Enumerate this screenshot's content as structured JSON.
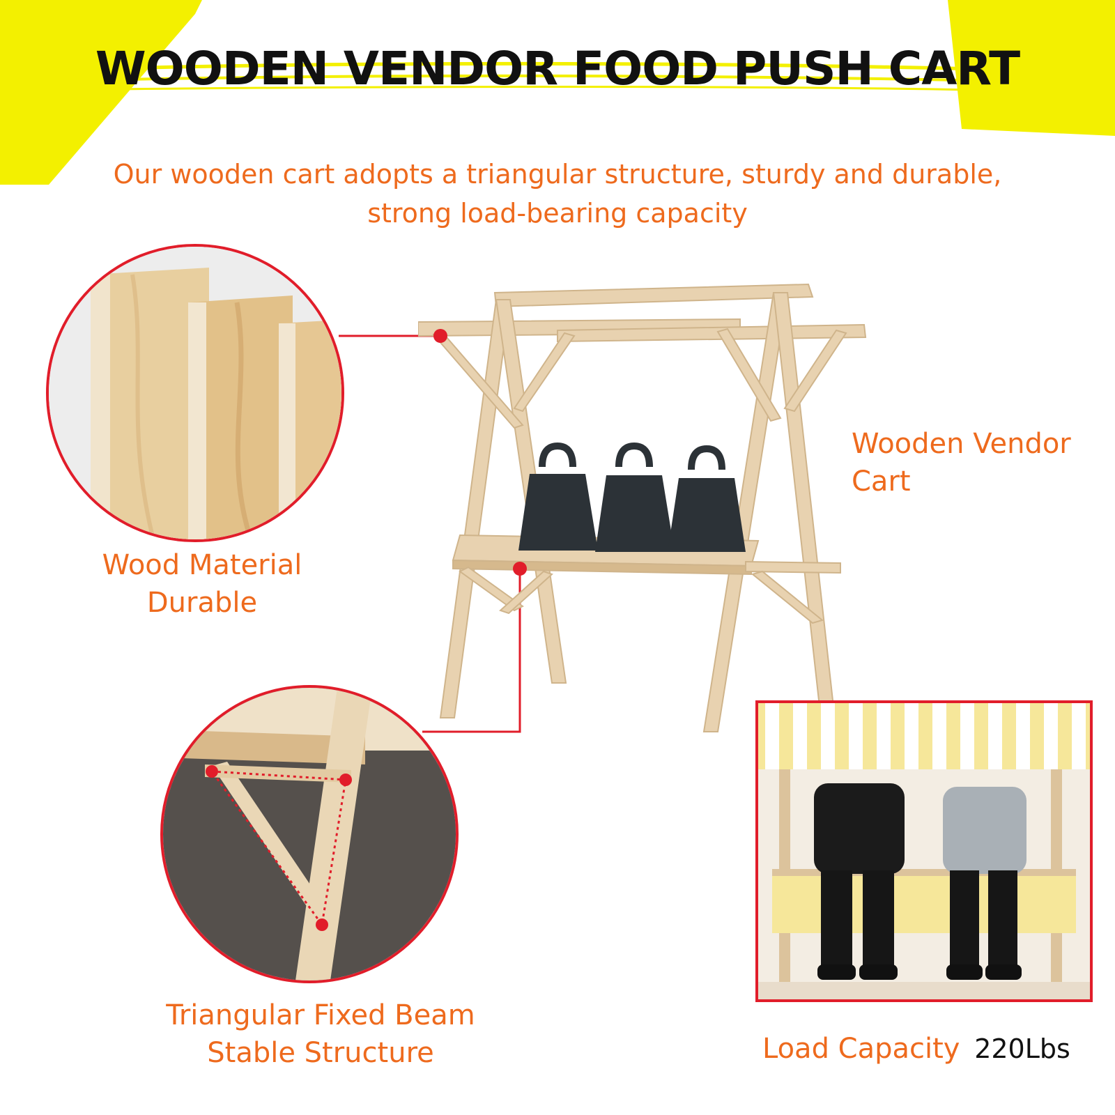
{
  "header": {
    "title": "WOODEN VENDOR FOOD PUSH CART",
    "subtitle_line1": "Our wooden cart adopts a triangular structure, sturdy and durable,",
    "subtitle_line2": "strong load-bearing capacity"
  },
  "labels": {
    "wood_material_line1": "Wood Material",
    "wood_material_line2": "Durable",
    "vendor_cart_line1": "Wooden Vendor",
    "vendor_cart_line2": "Cart",
    "triangular_line1": "Triangular Fixed Beam",
    "triangular_line2": "Stable Structure",
    "load_capacity_label": "Load Capacity",
    "load_capacity_value": "220Lbs"
  },
  "colors": {
    "accent_orange": "#ee6a1d",
    "callout_red": "#e11d2a",
    "corner_yellow": "#f3f000",
    "wood": "#e7ccA3"
  }
}
